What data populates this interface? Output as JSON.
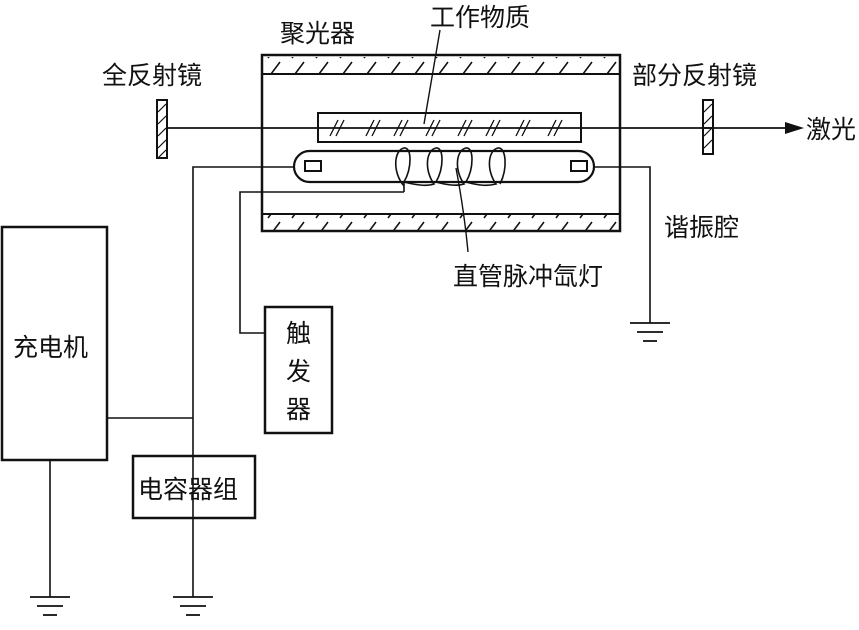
{
  "labels": {
    "concentrator": "聚光器",
    "working_medium": "工作物质",
    "full_mirror": "全反射镜",
    "partial_mirror": "部分反射镜",
    "laser": "激光",
    "resonator": "谐振腔",
    "xenon_lamp": "直管脉冲氙灯",
    "charger": "充电机",
    "trigger_chars": [
      "触",
      "发",
      "器"
    ],
    "capacitor_bank": "电容器组"
  },
  "colors": {
    "ink": "#111111",
    "background": "#ffffff"
  }
}
